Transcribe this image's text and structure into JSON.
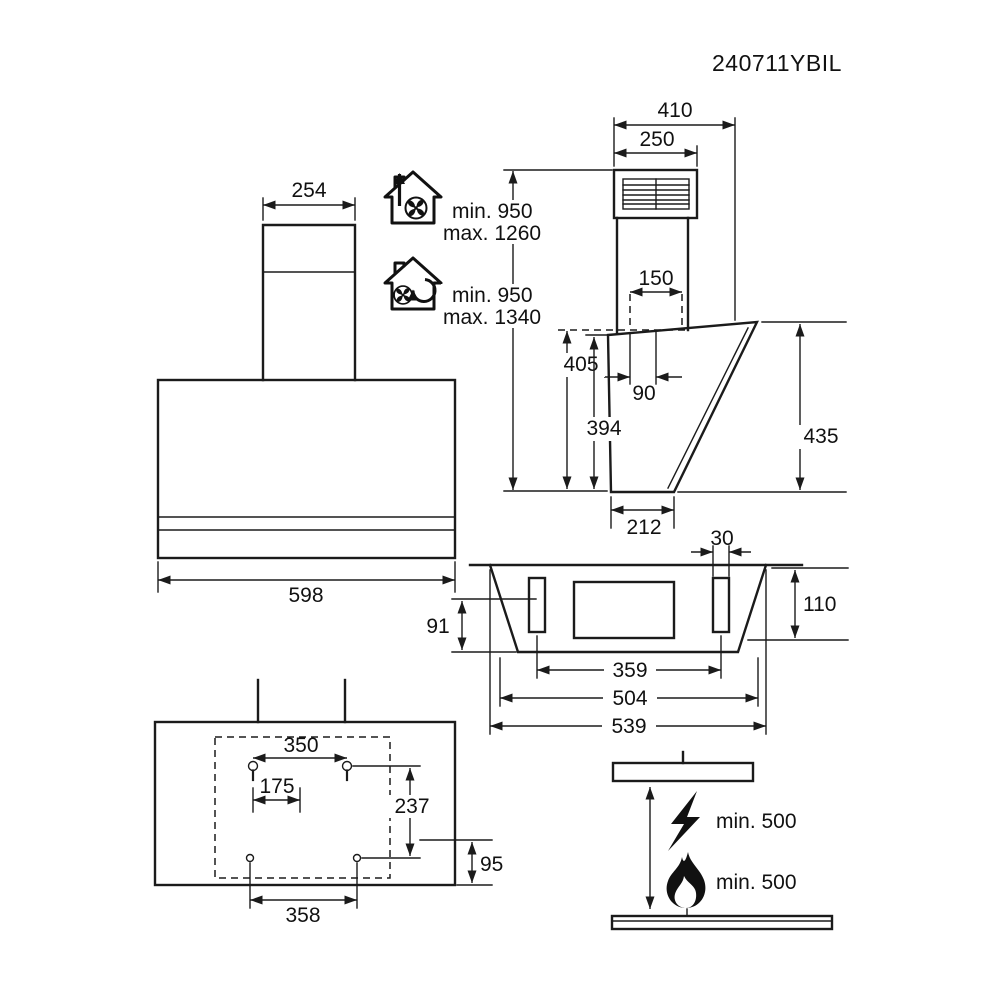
{
  "model_number": "240711YBIL",
  "front_view": {
    "chimney_width": "254",
    "body_width": "598"
  },
  "installation_heights": {
    "exhaust": {
      "min": "min. 950",
      "max": "max. 1260"
    },
    "recirculation": {
      "min": "min. 950",
      "max": "max. 1340"
    }
  },
  "side_view": {
    "total_depth": "410",
    "chimney_depth": "250",
    "duct_width": "150",
    "duct_offset": "90",
    "height_rear_upper": "405",
    "height_rear": "394",
    "height_front": "435",
    "bottom_depth": "212"
  },
  "top_view": {
    "bracket_width": "30",
    "side_depth": "110",
    "front_depth": "91",
    "bracket_span": "359",
    "body_width": "504",
    "total_width": "539"
  },
  "wall_template": {
    "upper_hole_span": "350",
    "half_hole_span": "175",
    "vertical_hole_span": "237",
    "lower_offset": "95",
    "lower_hole_span": "358"
  },
  "clearances": {
    "electric_hob": "min. 500",
    "gas_hob": "min. 500"
  }
}
